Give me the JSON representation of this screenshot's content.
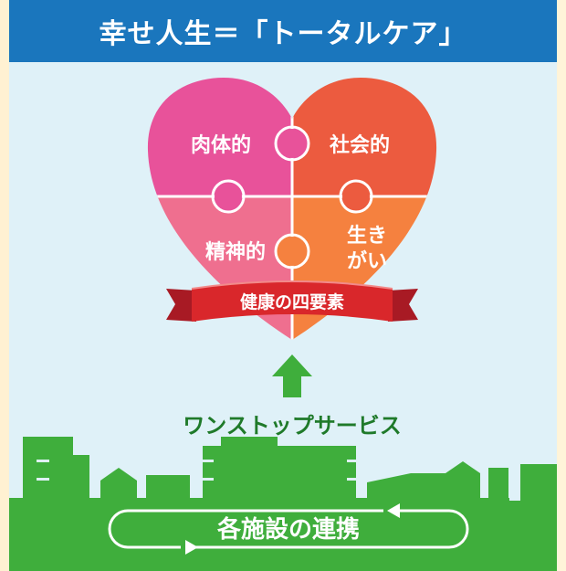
{
  "header": {
    "title": "幸せ人生＝「トータルケア」"
  },
  "heart": {
    "pieces": [
      {
        "label": "肉体的",
        "color": "#e8529a"
      },
      {
        "label": "社会的",
        "color": "#ec5b3f"
      },
      {
        "label": "精神的",
        "color": "#ef6f8f"
      },
      {
        "label_line1": "生き",
        "label_line2": "がい",
        "color": "#f5813f"
      }
    ]
  },
  "ribbon": {
    "label": "健康の四要素",
    "color": "#d9272b"
  },
  "service": {
    "label": "ワンストップサービス",
    "arrow_color": "#3fae3c"
  },
  "bottom": {
    "label": "各施設の連携",
    "ground_color": "#3fae3c"
  },
  "colors": {
    "background": "#dff1f8",
    "header": "#1a76bd",
    "accent_green": "#3fae3c"
  }
}
